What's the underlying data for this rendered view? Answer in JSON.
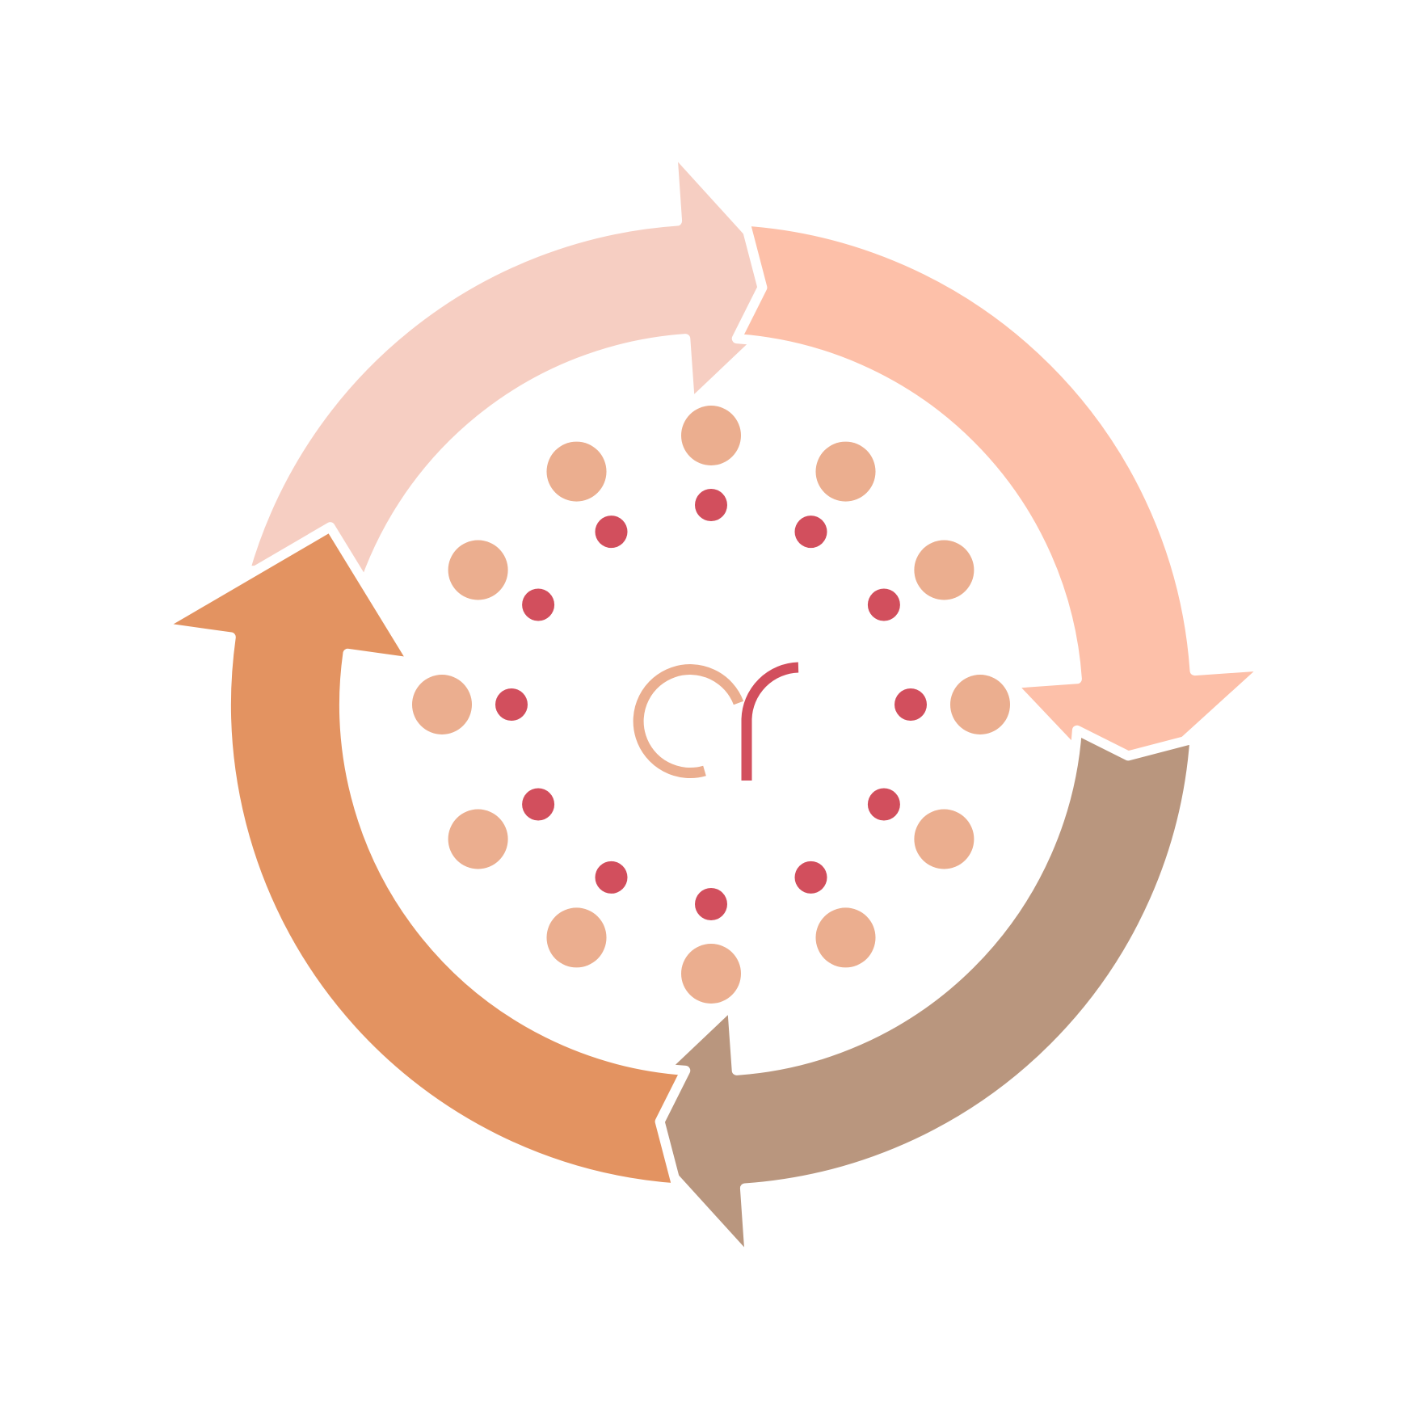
{
  "diagram": {
    "type": "cycle",
    "direction": "clockwise",
    "background_color": "#ffffff",
    "outline_color": "#ffffff",
    "arrows": [
      {
        "name": "top-left-arrow",
        "color": "#f6cec2"
      },
      {
        "name": "top-right-arrow",
        "color": "#fdc0a9"
      },
      {
        "name": "bottom-right-arrow",
        "color": "#b9967e"
      },
      {
        "name": "bottom-left-arrow",
        "color": "#e39361"
      }
    ],
    "center": {
      "logo_text": "cr",
      "logo_color_c": "#ebae8f",
      "logo_color_r": "#d24f5d",
      "outer_dot_color": "#ebae8f",
      "inner_dot_color": "#d24f5d",
      "outer_dot_count": 12,
      "inner_dot_count": 12
    }
  }
}
